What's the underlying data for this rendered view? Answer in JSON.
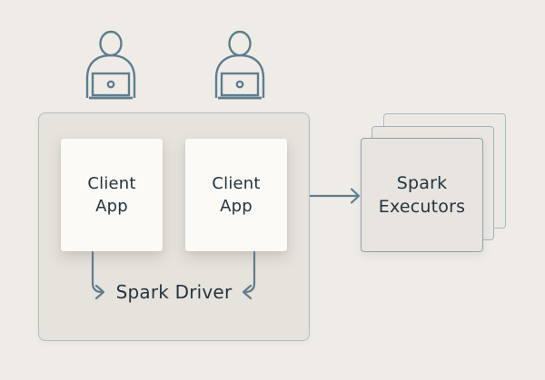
{
  "colors": {
    "background": "#EFECE8",
    "panel_fill": "#E6E2DC",
    "panel_border": "#AFBDC5",
    "card_fill": "#FBFAF7",
    "executor_fill": "#E8E4DF",
    "executor_border": "#8FA3AF",
    "stroke": "#5E7D8D",
    "text": "#24353F"
  },
  "diagram": {
    "users": {
      "count": 2,
      "icon": "user-at-laptop-icon"
    },
    "driver_group": {
      "label": "Spark Driver",
      "client_apps": [
        {
          "label": "Client App"
        },
        {
          "label": "Client App"
        }
      ]
    },
    "executors": {
      "label": "Spark Executors",
      "stack_count": 3
    },
    "connections": [
      {
        "from": "client-app-1",
        "to": "spark-driver-label",
        "shape": "down-then-right-arrow"
      },
      {
        "from": "client-app-2",
        "to": "spark-driver-label",
        "shape": "down-then-left-arrow"
      },
      {
        "from": "driver-panel",
        "to": "spark-executors",
        "shape": "right-arrow"
      }
    ]
  }
}
